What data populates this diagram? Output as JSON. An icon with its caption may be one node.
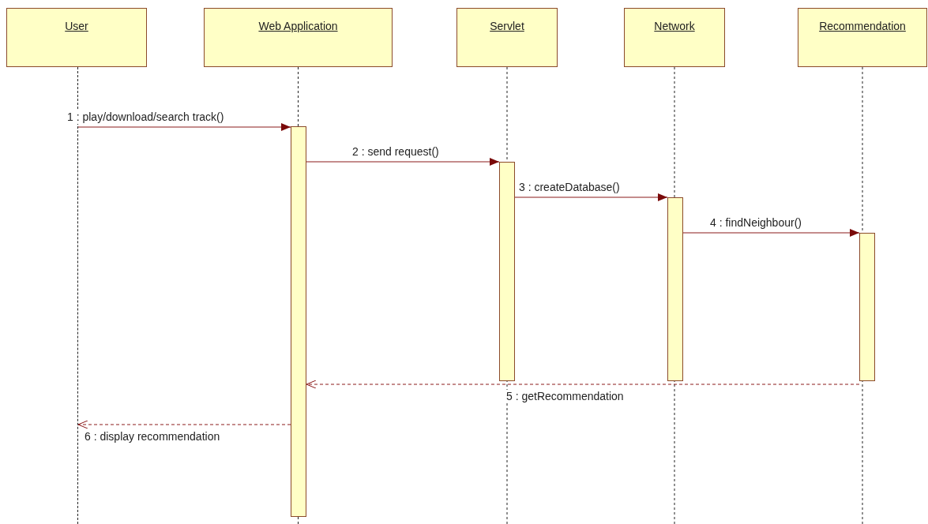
{
  "diagram": {
    "nodes": [
      {
        "text": [
          "User"
        ]
      },
      {
        "text": [
          "Web Application"
        ]
      },
      {
        "text": [
          "Servlet"
        ]
      },
      {
        "text": [
          "Network"
        ]
      },
      {
        "text": [
          "Recommendation"
        ]
      },
      {
        "text": [],
        "shape": "line"
      },
      {
        "text": [],
        "shape": "bar"
      },
      {
        "text": [],
        "shape": "bar"
      },
      {
        "text": [],
        "shape": "bar"
      },
      {
        "text": [],
        "shape": "bar"
      }
    ],
    "edges": [
      {
        "from": 5,
        "to": 6,
        "arrow": "to",
        "label": "1 : play/download/search track()"
      },
      {
        "from": 6,
        "to": 7,
        "arrow": "to",
        "label": "2 : send request()"
      },
      {
        "from": 7,
        "to": 8,
        "arrow": "to",
        "label": "3 : createDatabase()"
      },
      {
        "from": 8,
        "to": 9,
        "arrow": "to",
        "label": "4 : findNeighbour()"
      },
      {
        "from": 9,
        "to": 6,
        "arrow": "to",
        "label": "5 : getRecommendation",
        "style": "dashed"
      },
      {
        "from": 6,
        "to": 5,
        "arrow": "to",
        "label": "6 : display recommendation",
        "style": "dashed"
      }
    ]
  }
}
